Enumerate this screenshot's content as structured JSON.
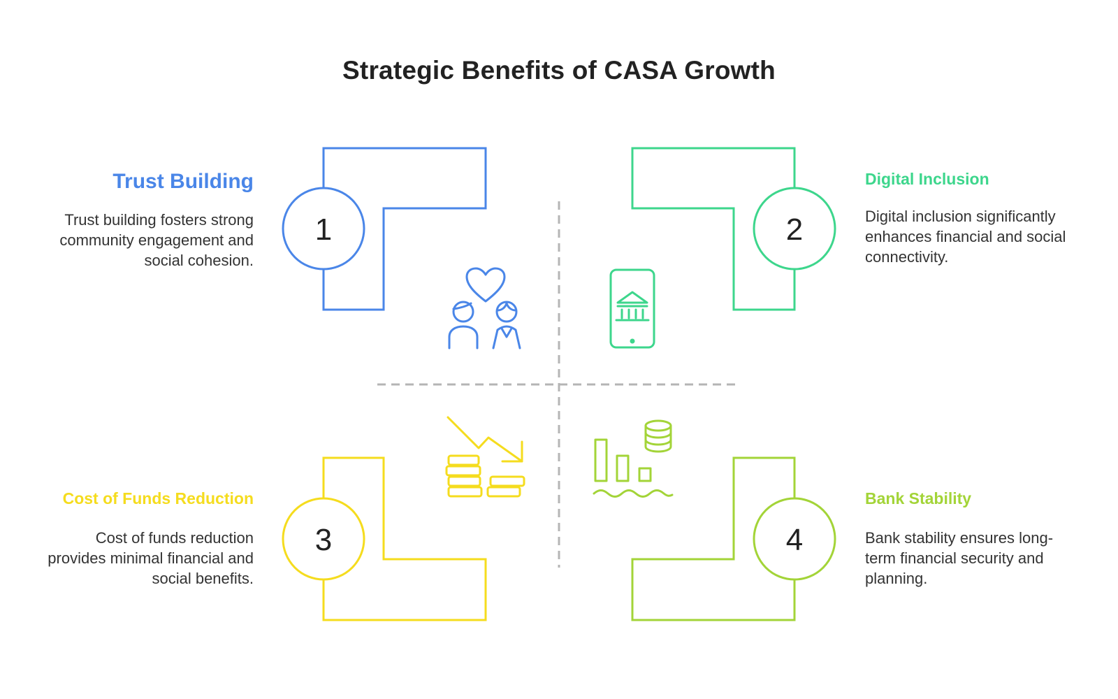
{
  "title": "Strategic Benefits of CASA Growth",
  "colors": {
    "trust": "#4a86e8",
    "digital": "#3dd68c",
    "cost": "#f5dc1e",
    "stability": "#a3d438",
    "divider": "#b5b5b5",
    "number_text": "#222222"
  },
  "quadrants": [
    {
      "number": "1",
      "heading": "Trust Building",
      "description": "Trust building fosters strong community engagement and social cohesion.",
      "icon": "people-heart-icon"
    },
    {
      "number": "2",
      "heading": "Digital Inclusion",
      "description": "Digital inclusion significantly enhances financial and social connectivity.",
      "icon": "mobile-bank-icon"
    },
    {
      "number": "3",
      "heading": "Cost of Funds Reduction",
      "description": "Cost of funds reduction provides minimal financial and social benefits.",
      "icon": "coins-down-trend-icon"
    },
    {
      "number": "4",
      "heading": "Bank Stability",
      "description": "Bank stability ensures long-term financial security and planning.",
      "icon": "bars-coins-stability-icon"
    }
  ]
}
